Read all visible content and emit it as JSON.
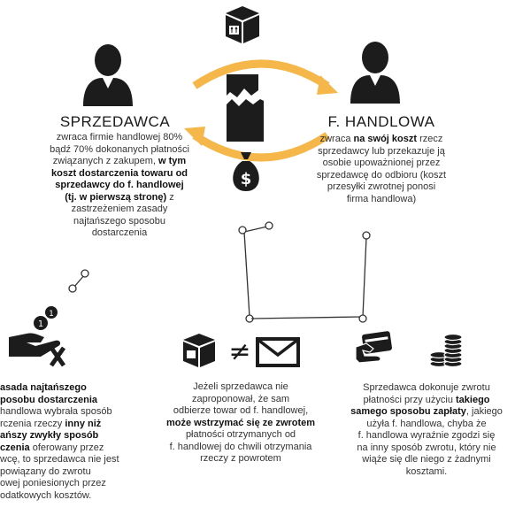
{
  "seller": {
    "title": "SPRZEDAWCA",
    "line1": "zwraca firmie handlowej 80%",
    "line2": "bądź 70% dokonanych płatności",
    "line3": "związanych z zakupem, ",
    "line3b": "w tym",
    "line4": "koszt dostarczenia towaru od",
    "line5": "sprzedawcy do f. handlowej",
    "line6": "(tj. w pierwszą stronę)",
    "line6b": " z",
    "line7": "zastrzeżeniem zasady",
    "line8": "najtańszego sposobu",
    "line9": "dostarczenia"
  },
  "merchant": {
    "title": "F. HANDLOWA",
    "line1a": "zwraca ",
    "line1b": "na swój koszt",
    "line1c": " rzecz",
    "line2": "sprzedawcy lub przekazuje ją",
    "line3": "osobie upoważnionej przez",
    "line4": "sprzedawcę do odbioru (koszt",
    "line5": "przesyłki zwrotnej ponosi",
    "line6": "firma handlowa)"
  },
  "cheapest": {
    "title1": "asada najtańszego",
    "title2": "posobu dostarczenia",
    "l1": "handlowa wybrała sposób",
    "l2a": "rczenia rzeczy ",
    "l2b": "inny niż",
    "l3": "ańszy zwykły sposób",
    "l4a": "czenia",
    "l4b": " oferowany przez",
    "l5": "wcę, to sprzedawca nie jest",
    "l6": "powiązany do zwrotu",
    "l7": "owej poniesionych przez",
    "l8": "odatkowych kosztów."
  },
  "withhold": {
    "l1": "Jeżeli sprzedawca nie",
    "l2": "zaproponował, że sam",
    "l3": "odbierze towar od f. handlowej,",
    "l4": "może wstrzymać się ze zwrotem",
    "l5": "płatności otrzymanych od",
    "l6": "f. handlowej do chwili otrzymania",
    "l7": "rzeczy z powrotem"
  },
  "payment": {
    "l1": "Sprzedawca dokonuje zwrotu",
    "l2a": "płatności przy użyciu ",
    "l2b": "takiego",
    "l3a": "samego sposobu zapłaty",
    "l3b": ", jakiego",
    "l4": "użyła f. handlowa, chyba że",
    "l5": "f. handlowa wyraźnie zgodzi się",
    "l6": "na inny sposób zwrotu, który nie",
    "l7": "wiąże się dle niego z żadnymi",
    "l8": "kosztami."
  },
  "icons": {
    "badge1": "1",
    "badge2": "1",
    "money_sign": "$",
    "not_equal": "≠"
  },
  "colors": {
    "arrow": "#f5b64a",
    "dark": "#1c1c1c",
    "line": "#333333"
  }
}
